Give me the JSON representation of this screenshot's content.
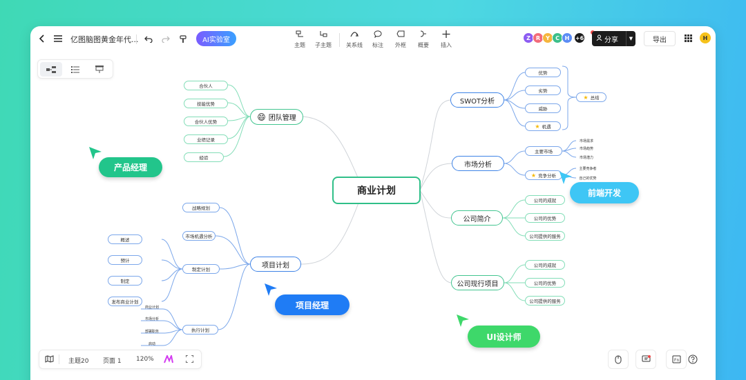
{
  "header": {
    "doc_title": "亿图脑图黄金年代...",
    "ai_button": "AI实验室",
    "tools": [
      {
        "icon": "topic-icon",
        "label": "主题"
      },
      {
        "icon": "subtopic-icon",
        "label": "子主题"
      },
      {
        "icon": "relation-icon",
        "label": "关系线"
      },
      {
        "icon": "callout-icon",
        "label": "标注"
      },
      {
        "icon": "boundary-icon",
        "label": "外框"
      },
      {
        "icon": "summary-icon",
        "label": "概要"
      },
      {
        "icon": "insert-icon",
        "label": "插入"
      }
    ],
    "avatars": [
      {
        "letter": "Z",
        "color": "#8c5cf2"
      },
      {
        "letter": "R",
        "color": "#f26b7a"
      },
      {
        "letter": "Y",
        "color": "#f5b53d"
      },
      {
        "letter": "C",
        "color": "#3cbf8a"
      },
      {
        "letter": "H",
        "color": "#5b8cf5"
      }
    ],
    "more_count": "+6",
    "share_label": "分享",
    "export_label": "导出",
    "user_initial": "H"
  },
  "footer": {
    "topic_count": "主题20",
    "page_label": "页面 1",
    "zoom": "120%"
  },
  "mindmap": {
    "central": "商业计划",
    "team": {
      "label": "团队管理",
      "children": [
        "合伙人",
        "技能优势",
        "合伙人优势",
        "业绩记录",
        "经验"
      ]
    },
    "swot": {
      "label": "SWOT分析",
      "children": [
        "优势",
        "劣势",
        "威胁",
        "机遇"
      ],
      "summary": "总结"
    },
    "market": {
      "label": "市场分析",
      "main_market": "主要市场",
      "main_market_children": [
        "市场需求",
        "市场趋势",
        "市场潜力"
      ],
      "competition": "竞争分析",
      "competition_children": [
        "主要竞争者",
        "自己的优势"
      ]
    },
    "intro": {
      "label": "公司简介",
      "children": [
        "公司的成就",
        "公司的优势",
        "公司提供的服务"
      ]
    },
    "current": {
      "label": "公司现行项目",
      "children": [
        "公司的成就",
        "公司的优势",
        "公司提供的服务"
      ]
    },
    "project": {
      "label": "项目计划",
      "strategy": "战略规划",
      "opportunity": "市场机遇分析",
      "plan": "制定计划",
      "plan_children": [
        "概述",
        "预计",
        "制定",
        "发布商业计划"
      ],
      "execute": "执行计划",
      "execute_children": [
        "商业计划",
        "市场分析",
        "部署职务",
        "启动"
      ]
    }
  },
  "collaborators": [
    {
      "name": "产品经理",
      "color": "#22c58b"
    },
    {
      "name": "前端开发",
      "color": "#3ec6f5"
    },
    {
      "name": "项目经理",
      "color": "#1f7cf5"
    },
    {
      "name": "UI设计师",
      "color": "#3ed86a"
    }
  ]
}
